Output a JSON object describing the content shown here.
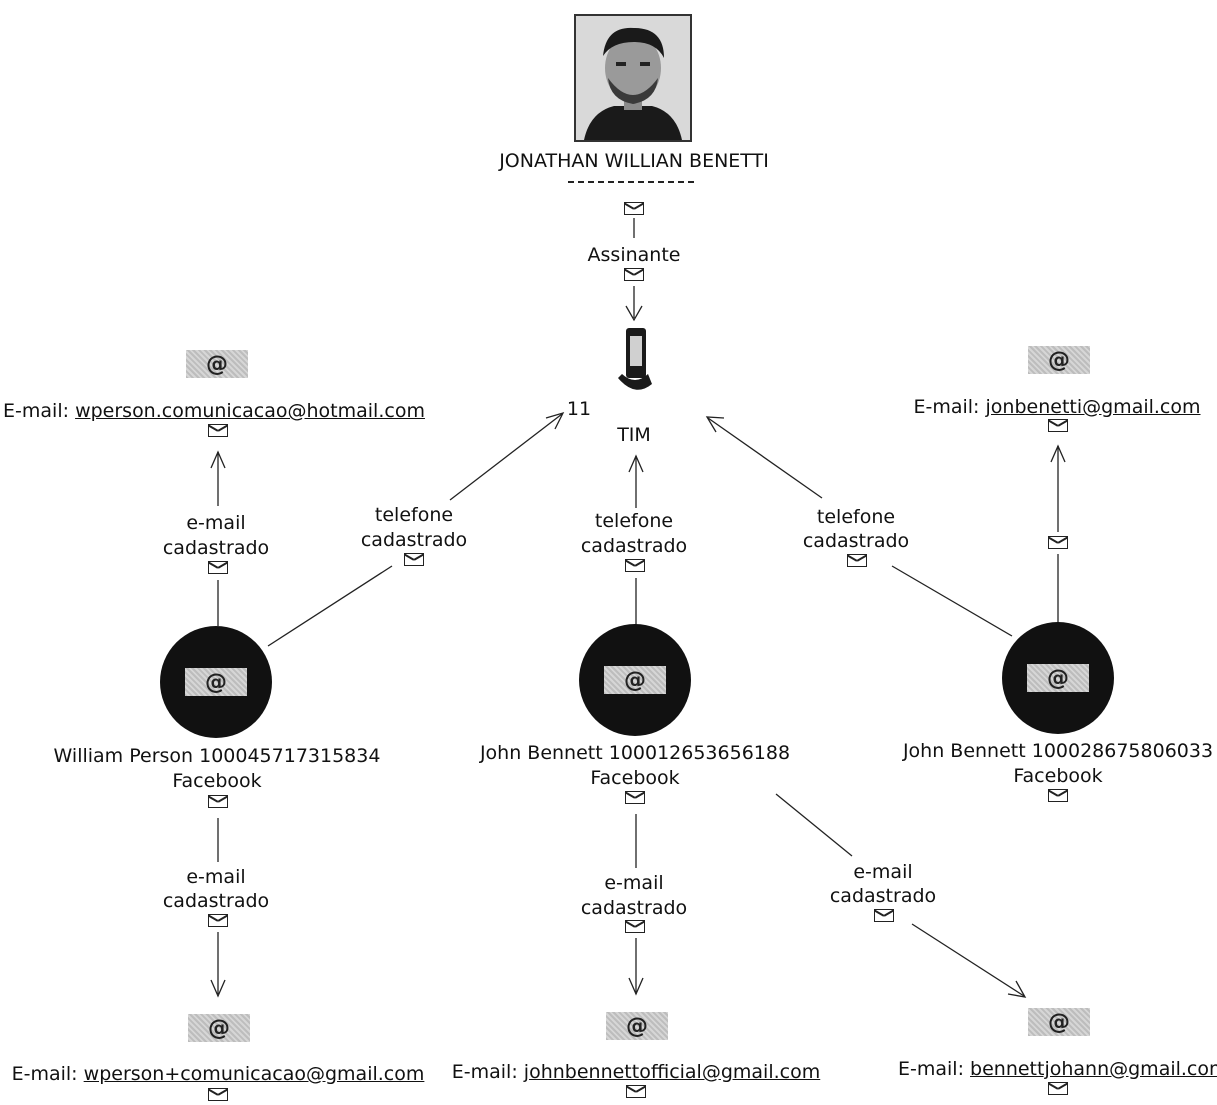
{
  "top_person": {
    "name": "JONATHAN WILLIAN BENETTI"
  },
  "assinante_label": "Assinante",
  "phone": {
    "number": "11",
    "carrier": "TIM"
  },
  "edges": {
    "telefone_label_line1": "telefone",
    "telefone_label_line2": "cadastrado",
    "email_label_line1": "e-mail",
    "email_label_line2": "cadastrado"
  },
  "email_prefix": "E-mail:",
  "emails": {
    "top_left": "wperson.comunicacao@hotmail.com",
    "top_right": "jonbenetti@gmail.com",
    "bottom_left": "wperson+comunicacao@gmail.com",
    "bottom_center": "johnbennettofficial@gmail.com",
    "bottom_right": "bennettjohann@gmail.com"
  },
  "profiles": {
    "left": {
      "name": "William Person 100045717315834",
      "network": "Facebook"
    },
    "center": {
      "name": "John Bennett 100012653656188",
      "network": "Facebook"
    },
    "right": {
      "name": "John Bennett 100028675806033",
      "network": "Facebook"
    }
  },
  "icons": {
    "at": "@"
  }
}
